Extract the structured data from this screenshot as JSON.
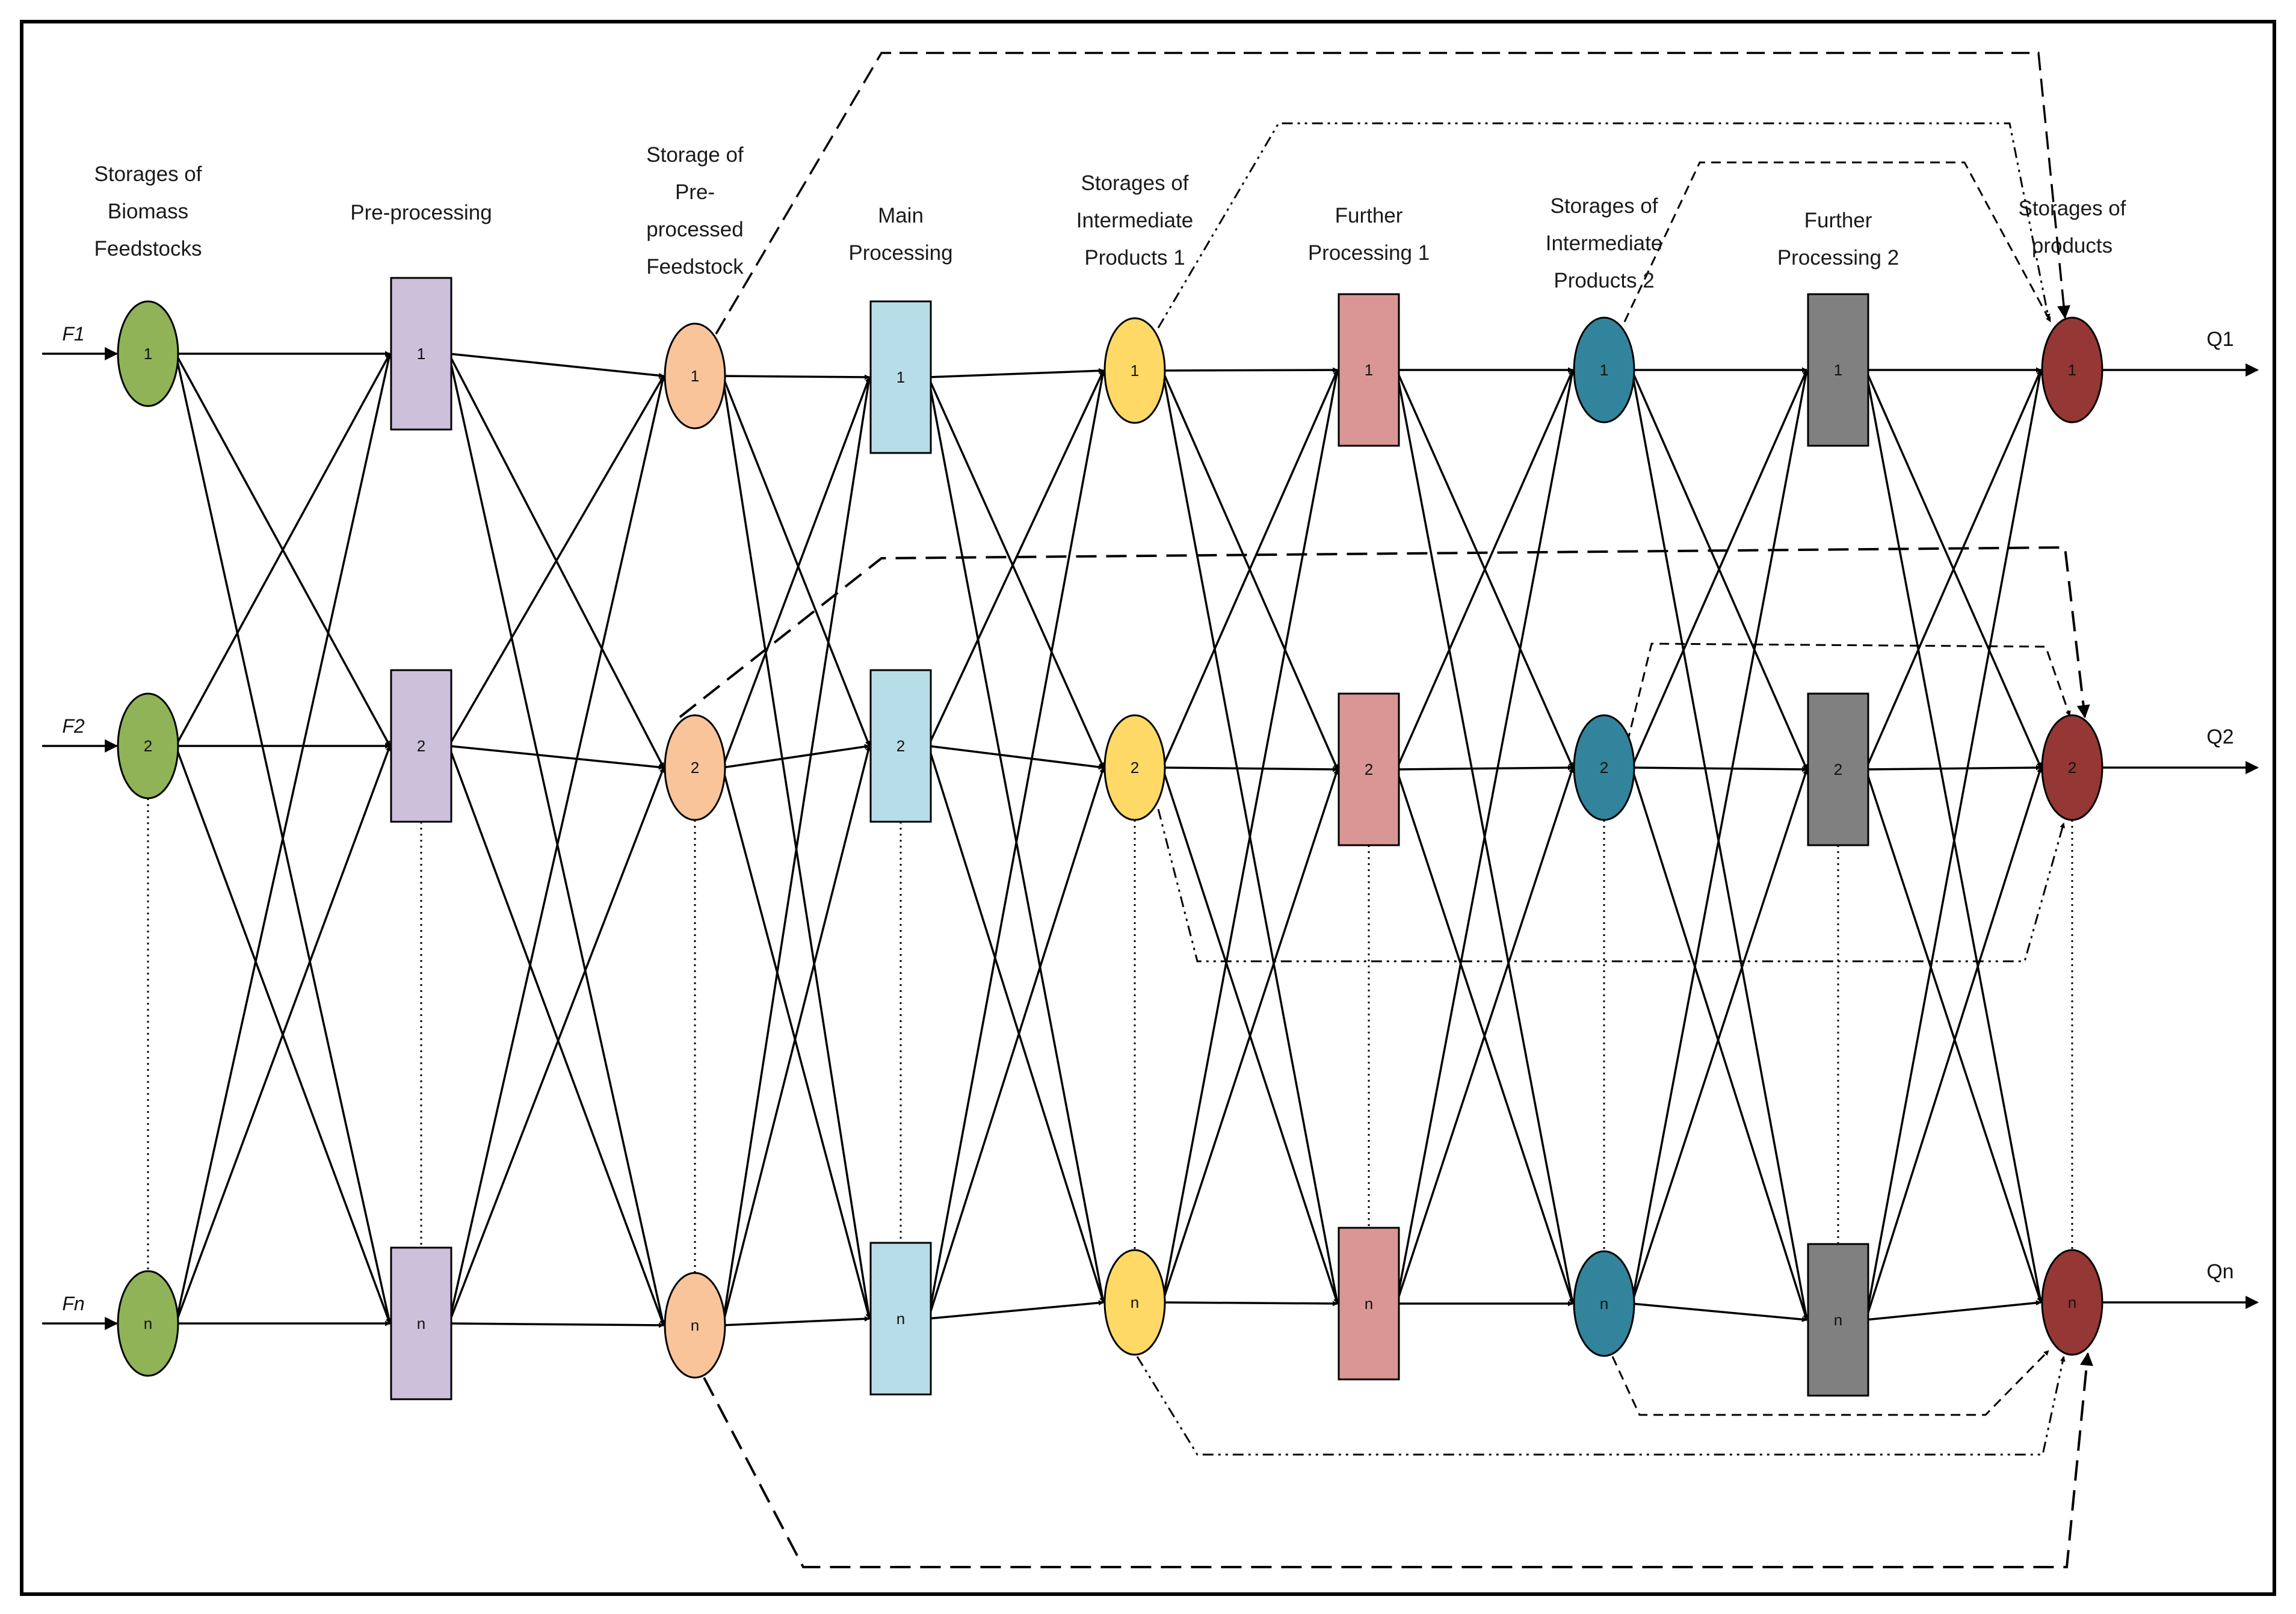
{
  "stages": [
    {
      "key": "storages-biomass",
      "title": [
        "Storages of",
        "Biomass",
        "Feedstocks"
      ],
      "shape": "ellipse",
      "color": "#8fb356",
      "nodes": [
        "1",
        "2",
        "n"
      ]
    },
    {
      "key": "pre-processing",
      "title": [
        "Pre-processing"
      ],
      "shape": "rect",
      "color": "#ccc0da",
      "nodes": [
        "1",
        "2",
        "n"
      ]
    },
    {
      "key": "storage-preprocessed",
      "title": [
        "Storage of",
        "Pre-",
        "processed",
        "Feedstock"
      ],
      "shape": "ellipse",
      "color": "#f9c49a",
      "nodes": [
        "1",
        "2",
        "n"
      ]
    },
    {
      "key": "main-processing",
      "title": [
        "Main",
        "Processing"
      ],
      "shape": "rect",
      "color": "#b7dde8",
      "nodes": [
        "1",
        "2",
        "n"
      ]
    },
    {
      "key": "storages-intermediate-1",
      "title": [
        "Storages of",
        "Intermediate",
        "Products 1"
      ],
      "shape": "ellipse",
      "color": "#ffd966",
      "nodes": [
        "1",
        "2",
        "n"
      ]
    },
    {
      "key": "further-processing-1",
      "title": [
        "Further",
        "Processing 1"
      ],
      "shape": "rect",
      "color": "#d99694",
      "nodes": [
        "1",
        "2",
        "n"
      ]
    },
    {
      "key": "storages-intermediate-2",
      "title": [
        "Storages of",
        "Intermediate",
        "Products 2"
      ],
      "shape": "ellipse",
      "color": "#31849b",
      "nodes": [
        "1",
        "2",
        "n"
      ]
    },
    {
      "key": "further-processing-2",
      "title": [
        "Further",
        "Processing 2"
      ],
      "shape": "rect",
      "color": "#808080",
      "nodes": [
        "1",
        "2",
        "n"
      ]
    },
    {
      "key": "storages-products",
      "title": [
        "Storages of",
        "products"
      ],
      "shape": "ellipse",
      "color": "#953735",
      "nodes": [
        "1",
        "2",
        "n"
      ]
    }
  ],
  "inputs": [
    "F1",
    "F2",
    "Fn"
  ],
  "outputs": [
    "Q1",
    "Q2",
    "Qn"
  ],
  "bypasses": [
    {
      "from": "storage-preprocessed",
      "to": "storages-products",
      "style": "dashed"
    },
    {
      "from": "storages-intermediate-1",
      "to": "storages-products",
      "style": "dash-dot-dot"
    },
    {
      "from": "storages-intermediate-2",
      "to": "storages-products",
      "style": "short-dashed"
    }
  ],
  "colors": {
    "stroke": "#000000",
    "background": "#ffffff",
    "frame": "#000000"
  }
}
